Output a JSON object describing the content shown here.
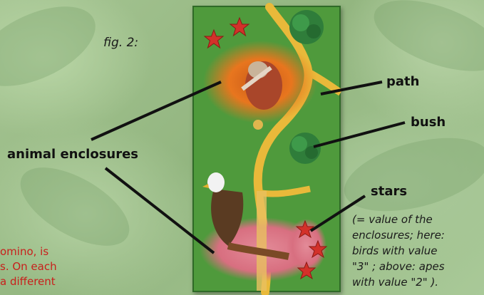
{
  "figure": {
    "caption": "fig. 2:"
  },
  "labels": {
    "path": "path",
    "bush": "bush",
    "stars": "stars",
    "animal_enclosures": "animal enclosures"
  },
  "note": {
    "text": "(= value of the\nenclosures; here:\nbirds with value\n\"3\"  ; above: apes\nwith value \"2\" )."
  },
  "side_text": {
    "text": "omino, is\ns. On each\na different"
  },
  "colors": {
    "tile_grass": "#4f9a3c",
    "path": "#e9b93a",
    "star": "#d3312a",
    "ape_enclosure": "#e8761e",
    "bird_enclosure": "#d86f80",
    "bush": "#2f7d3a",
    "callout_line": "#111111"
  },
  "icons": {
    "star": "star-icon",
    "bush": "bush-icon",
    "eagle": "eagle-icon",
    "ape": "ape-icon"
  }
}
